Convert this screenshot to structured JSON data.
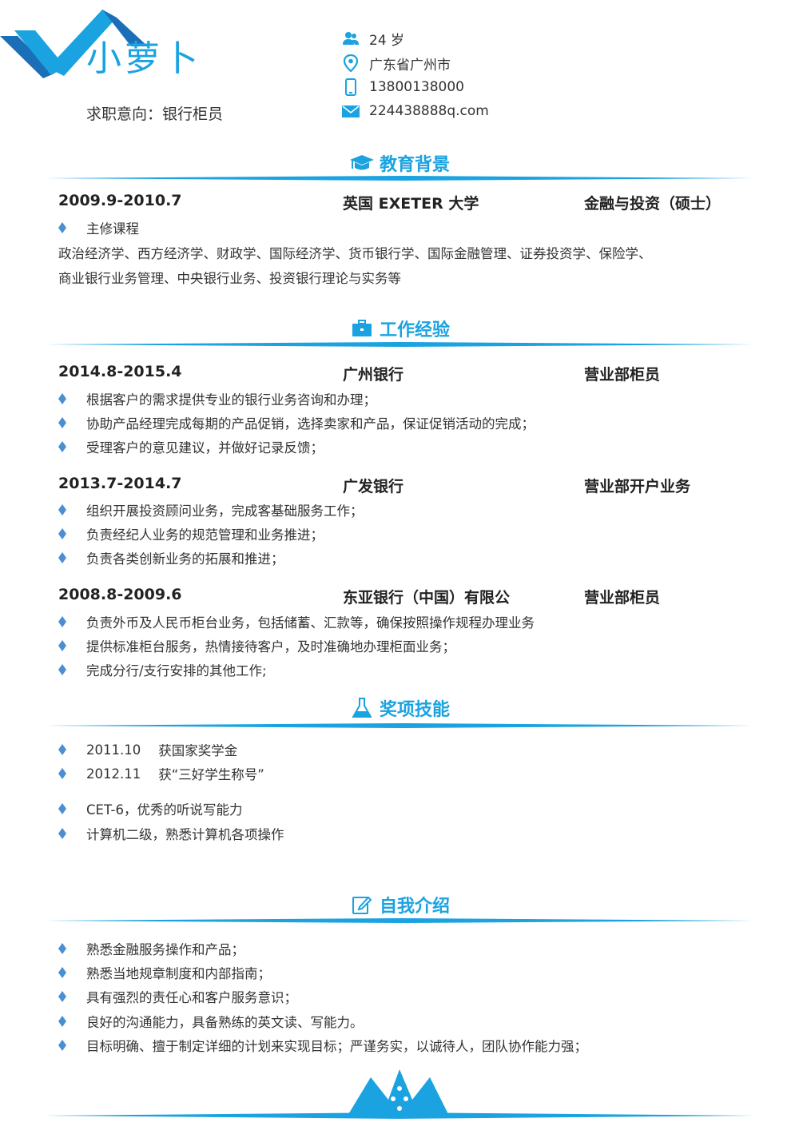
{
  "colors": {
    "accent": "#1aa3e0",
    "accent_dark": "#1b6fb8",
    "bullet": "#4a90d0"
  },
  "header": {
    "name": "小萝卜",
    "intent": "求职意向：银行柜员",
    "contact": [
      {
        "icon": "person-icon",
        "text": "24 岁"
      },
      {
        "icon": "location-pin-icon",
        "text": "广东省广州市"
      },
      {
        "icon": "phone-icon",
        "text": "13800138000"
      },
      {
        "icon": "mail-icon",
        "text": "224438888q.com"
      }
    ]
  },
  "education": {
    "title": "教育背景",
    "period": "2009.9-2010.7",
    "school": "英国 EXETER 大学",
    "degree": "金融与投资（硕士）",
    "course_label": "主修课程",
    "courses_line1": "政治经济学、西方经济学、财政学、国际经济学、货币银行学、国际金融管理、证券投资学、保险学、",
    "courses_line2": "商业银行业务管理、中央银行业务、投资银行理论与实务等"
  },
  "work": {
    "title": "工作经验",
    "jobs": [
      {
        "period": "2014.8-2015.4",
        "company": "广州银行",
        "role": "营业部柜员",
        "duties": [
          "根据客户的需求提供专业的银行业务咨询和办理；",
          "协助产品经理完成每期的产品促销，选择卖家和产品，保证促销活动的完成；",
          "受理客户的意见建议，并做好记录反馈；"
        ]
      },
      {
        "period": "2013.7-2014.7",
        "company": "广发银行",
        "role": "营业部开户业务",
        "duties": [
          "组织开展投资顾问业务，完成客基础服务工作；",
          "负责经纪人业务的规范管理和业务推进；",
          "负责各类创新业务的拓展和推进；"
        ]
      },
      {
        "period": "2008.8-2009.6",
        "company": "东亚银行（中国）有限公",
        "role": "营业部柜员",
        "duties": [
          "负责外币及人民币柜台业务，包括储蓄、汇款等，确保按照操作规程办理业务",
          "提供标准柜台服务，热情接待客户，及时准确地办理柜面业务；",
          "完成分行/支行安排的其他工作;"
        ]
      }
    ]
  },
  "awards": {
    "title": "奖项技能",
    "items": [
      {
        "date": "2011.10",
        "text": "获国家奖学金"
      },
      {
        "date": "2012.11",
        "text": "获“三好学生称号”"
      },
      {
        "date": "",
        "text": "CET-6，优秀的听说写能力"
      },
      {
        "date": "",
        "text": "计算机二级，熟悉计算机各项操作"
      }
    ]
  },
  "self_intro": {
    "title": "自我介绍",
    "items": [
      "熟悉金融服务操作和产品；",
      "熟悉当地规章制度和内部指南；",
      "具有强烈的责任心和客户服务意识；",
      "良好的沟通能力，具备熟练的英文读、写能力。",
      "目标明确、擅于制定详细的计划来实现目标；严谨务实，以诚待人，团队协作能力强；"
    ]
  }
}
